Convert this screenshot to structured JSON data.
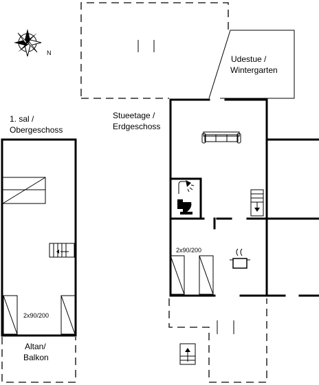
{
  "compass": {
    "north_label": "N",
    "icon": "compass-rose-icon"
  },
  "rooms": {
    "first_floor_line1": "1. sal /",
    "first_floor_line2": "Obergeschoss",
    "ground_floor_line1": "Stueetage /",
    "ground_floor_line2": "Erdgeschoss",
    "wintergarden_line1": "Udestue /",
    "wintergarden_line2": "Wintergarten",
    "balcony_line1": "Altan/",
    "balcony_line2": "Balkon"
  },
  "bed_labels": {
    "upper_beds": "2x90/200",
    "ground_beds": "2x90/200"
  },
  "icons": [
    "sofa-icon",
    "shower-icon",
    "toilet-icon",
    "stairs-down-icon",
    "stairs-up-icon",
    "cooking-pot-icon",
    "bed-icon"
  ]
}
